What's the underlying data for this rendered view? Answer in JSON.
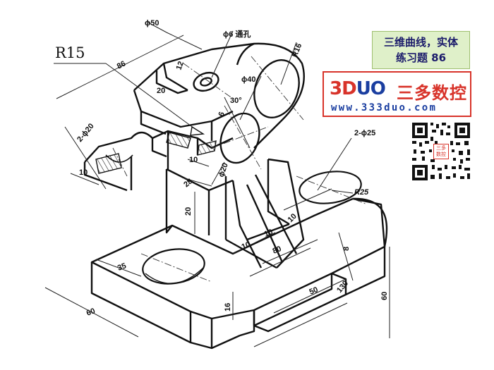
{
  "title": {
    "line1": "三维曲线，实体",
    "line2": "练习题 86"
  },
  "brand": {
    "logo_part1": "3D",
    "logo_part2": "UO",
    "name_cn": "三多数控",
    "url": "www.333duo.com",
    "qr_badge": "三多数控",
    "brand_color": "#d8332a",
    "accent_color": "#1a3ea0"
  },
  "dimensions": {
    "r15": "R15",
    "d50": "ϕ50",
    "d6_hole": "ϕ6 通孔",
    "r16": "R16",
    "d86": "86",
    "d12": "12",
    "d20_top": "20",
    "d40": "ϕ40",
    "a30": "30°",
    "d6": "6",
    "d2phi20": "2-ϕ20",
    "d2phi25": "2-ϕ25",
    "d10_left": "10",
    "d10_mid": "10",
    "d28": "28",
    "d20_phi": "ϕ20",
    "r25": "R25",
    "d20_vert": "20",
    "d10_rib": "10",
    "d10_a": "10",
    "d10_b": "10",
    "d80": "80",
    "d8": "8",
    "d35": "35",
    "d60_left": "60",
    "d16": "16",
    "d50_bottom": "50",
    "d130": "130",
    "d60_right": "60"
  }
}
